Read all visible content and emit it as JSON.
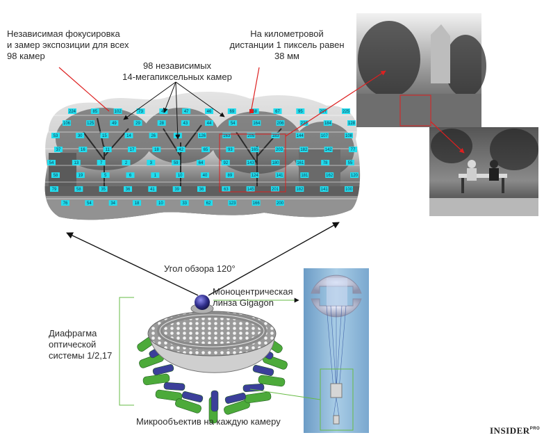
{
  "labels": {
    "focus": "Независимая фокусировка\nи замер экспозиции для всех\n98 камер",
    "pixel": "На километровой\nдистанции 1 пиксель равен\n38 мм",
    "cameras": "98 независимых\n14-мегапиксельных камер",
    "fov": "Угол обзора 120°",
    "lens": "Моноцентрическая\nлинза Gigagon",
    "aperture": "Диафрагма\nоптической\nсистемы 1/2,17",
    "micro": "Микрообъектив на каждую камеру"
  },
  "logo": {
    "main": "INSIDER",
    "sup": "PRO"
  },
  "camera_tags": [
    "224",
    "85",
    "102",
    "73",
    "45",
    "47",
    "46",
    "69",
    "68",
    "67",
    "95",
    "207",
    "225",
    "106",
    "125",
    "49",
    "29",
    "28",
    "43",
    "44",
    "54",
    "164",
    "206",
    "226",
    "184",
    "128",
    "53",
    "30",
    "15",
    "14",
    "26",
    "66",
    "126",
    "163",
    "205",
    "183",
    "144",
    "107",
    "108",
    "37",
    "16",
    "11",
    "17",
    "18",
    "42",
    "65",
    "93",
    "165",
    "203",
    "182",
    "142",
    "77",
    "54",
    "13",
    "7",
    "2",
    "3",
    "59",
    "64",
    "92",
    "143",
    "180",
    "161",
    "78",
    "55",
    "58",
    "19",
    "5",
    "6",
    "1",
    "10",
    "40",
    "89",
    "124",
    "141",
    "181",
    "162",
    "120",
    "79",
    "58",
    "35",
    "36",
    "41",
    "39",
    "36",
    "63",
    "145",
    "201",
    "182",
    "141",
    "100",
    "76",
    "54",
    "34",
    "18",
    "10",
    "33",
    "62",
    "123",
    "166",
    "200"
  ],
  "colors": {
    "arrow_red": "#dd2020",
    "bracket_green": "#66bb44",
    "tag": "#22ddee"
  }
}
